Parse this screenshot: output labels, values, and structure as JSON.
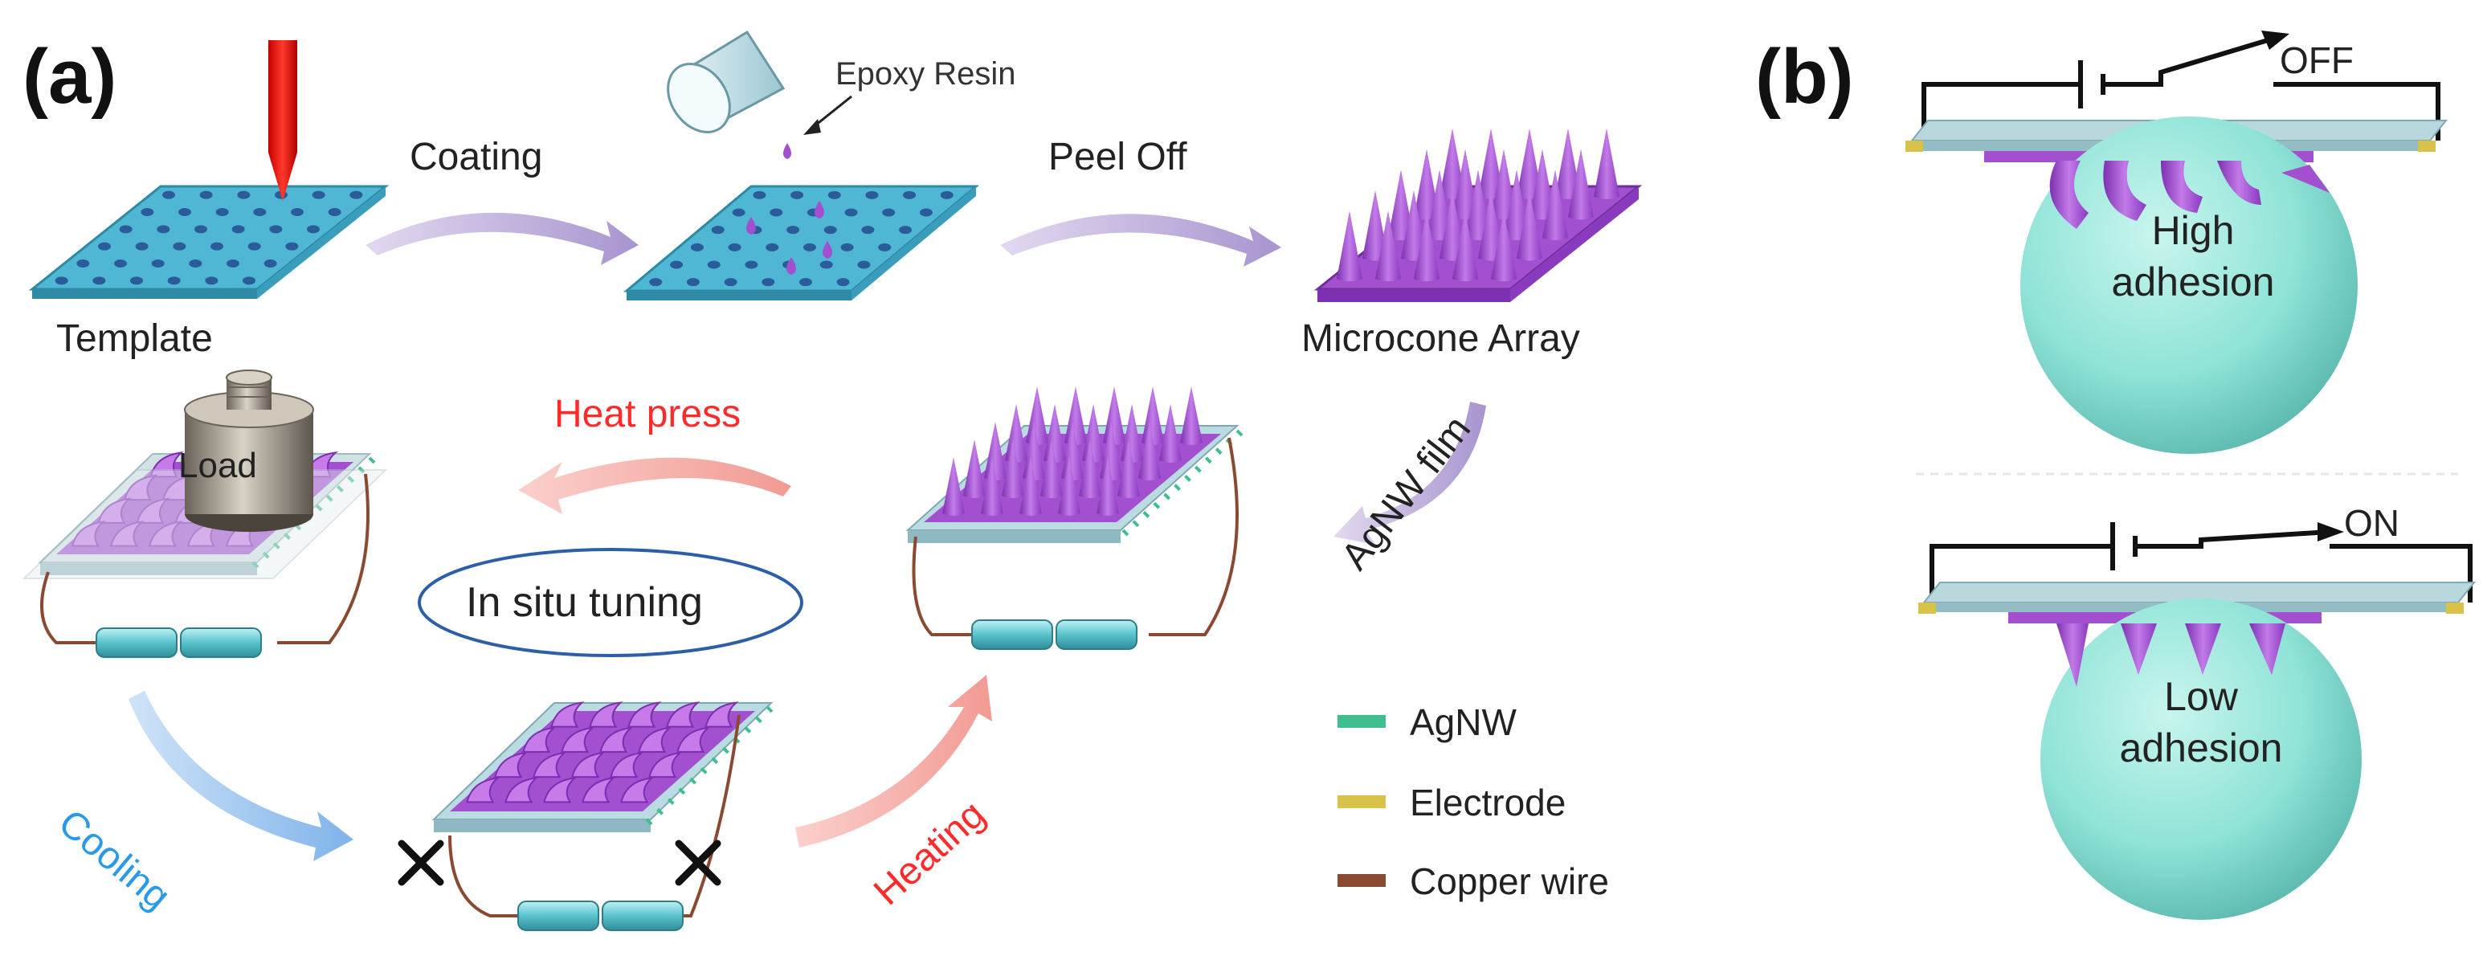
{
  "panel_a": {
    "label": "(a)",
    "steps": {
      "template": "Template",
      "coating": "Coating",
      "epoxy_resin": "Epoxy Resin",
      "peel_off": "Peel Off",
      "microcone_array": "Microcone Array",
      "agnw_film": "AgNW film",
      "heat_press": "Heat press",
      "load": "Load",
      "in_situ_tuning": "In situ tuning",
      "cooling": "Cooling",
      "heating": "Heating"
    },
    "legend": [
      {
        "label": "AgNW",
        "color": "#3fbf8f"
      },
      {
        "label": "Electrode",
        "color": "#d9c24a"
      },
      {
        "label": "Copper wire",
        "color": "#8a4a32"
      }
    ],
    "colors": {
      "template": "#4fb7d3",
      "microcone": "#a24fd0",
      "arrow_process": "#b9a6d6",
      "arrow_heat": "#f4a6a0",
      "arrow_cool": "#8fc0ee",
      "text_red": "#ff2a2a",
      "text_blue": "#2a9ae8",
      "droplet": "#ffffff"
    }
  },
  "panel_b": {
    "label": "(b)",
    "top": {
      "switch_state": "OFF",
      "droplet_label": "High adhesion",
      "line1": "High",
      "line2": "adhesion"
    },
    "bottom": {
      "switch_state": "ON",
      "droplet_label": "Low adhesion",
      "line1": "Low",
      "line2": "adhesion"
    },
    "colors": {
      "droplet": "#8fe3d7",
      "substrate": "#b8d8de",
      "cones": "#a24fd0"
    }
  }
}
